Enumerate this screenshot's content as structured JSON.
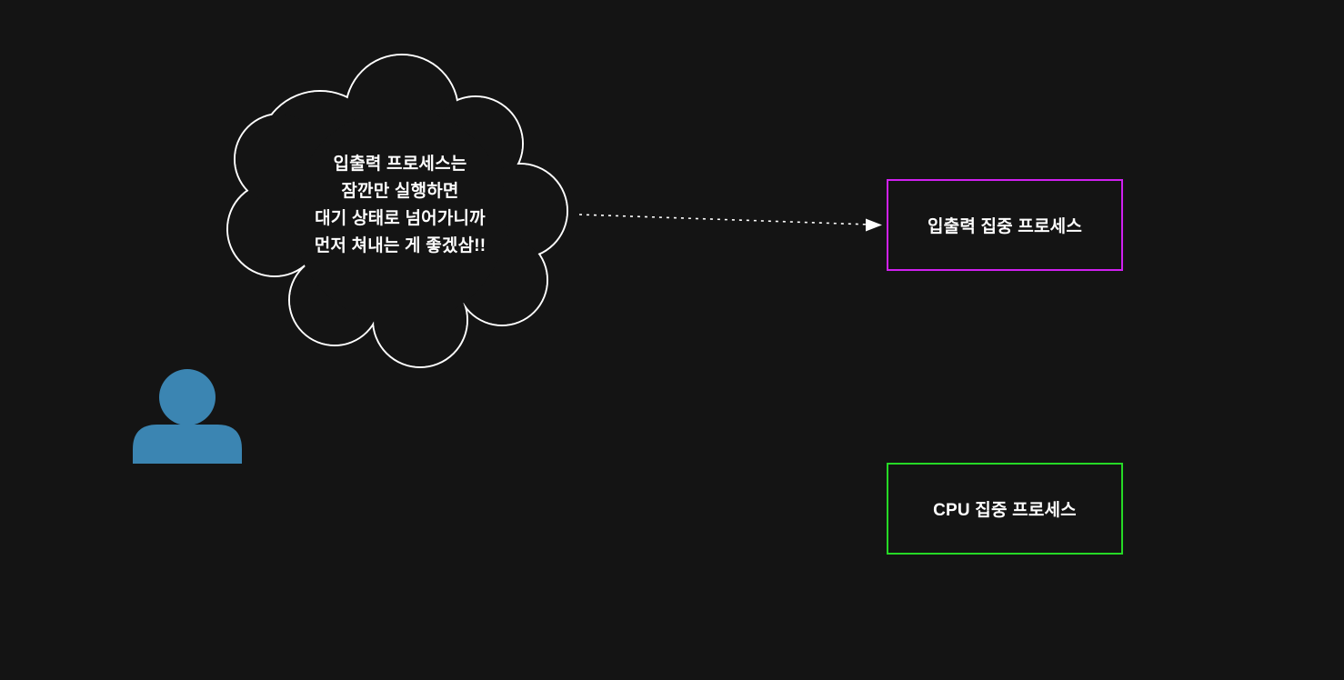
{
  "canvas": {
    "background_color": "#141414"
  },
  "thought_cloud": {
    "lines": [
      "입출력 프로세스는",
      "잠깐만 실행하면",
      "대기 상태로 넘어가니까",
      "먼저 쳐내는 게 좋겠삼!!"
    ],
    "stroke_color": "#ffffff",
    "text_color": "#ffffff"
  },
  "person": {
    "icon": "person-icon",
    "color": "#3b85b2"
  },
  "arrow": {
    "style": "dashed",
    "color": "#ffffff",
    "from": "thought-cloud",
    "to": "io-process-box"
  },
  "nodes": {
    "io_process": {
      "label": "입출력 집중 프로세스",
      "border_color": "#d020f0",
      "text_color": "#ffffff"
    },
    "cpu_process": {
      "label": "CPU 집중 프로세스",
      "border_color": "#26d926",
      "text_color": "#ffffff"
    }
  }
}
